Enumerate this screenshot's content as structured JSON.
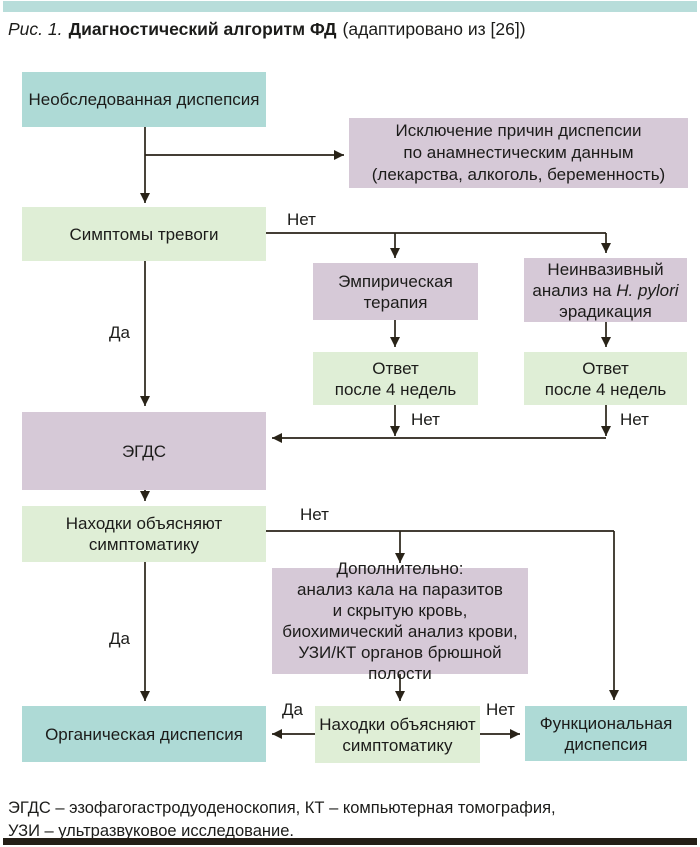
{
  "figure": {
    "caption": {
      "fig_label": "Рис. 1.",
      "title": "Диагностический алгоритм ФД",
      "note": "(адаптировано из [26])"
    },
    "footnotes": [
      "ЭГДС – эзофагогастродуоденоскопия, КТ – компьютерная томография,",
      "УЗИ – ультразвуковое исследование."
    ]
  },
  "nodes": {
    "unexamined_dyspepsia": {
      "label": "Необследованная диспепсия",
      "type": "teal"
    },
    "exclude_causes": {
      "label": "Исключение причин диспепсии\nпо анамнестическим данным\n(лекарства, алкоголь, беременность)",
      "type": "purple"
    },
    "alarm_symptoms": {
      "label": "Симптомы тревоги",
      "type": "green"
    },
    "empiric_therapy": {
      "label": "Эмпирическая\nтерапия",
      "type": "purple"
    },
    "noninvasive_test": {
      "line1": "Неинвазивный",
      "line2_pre": "анализ на ",
      "line2_italic": "H. pylori",
      "line3": "эрадикация",
      "type": "purple"
    },
    "response_4_weeks_left": {
      "label": "Ответ\nпосле 4 недель",
      "type": "green"
    },
    "response_4_weeks_right": {
      "label": "Ответ\nпосле 4 недель",
      "type": "green"
    },
    "egds": {
      "label": "ЭГДС",
      "type": "purple"
    },
    "findings_explain_symptoms_1": {
      "label": "Находки объясняют\nсимптоматику",
      "type": "green"
    },
    "additional_tests": {
      "label": "Дополнительно:\nанализ кала на паразитов\nи скрытую кровь,\nбиохимический анализ крови,\nУЗИ/КТ органов брюшной полости",
      "type": "purple"
    },
    "organic_dyspepsia": {
      "label": "Органическая диспепсия",
      "type": "teal"
    },
    "findings_explain_symptoms_2": {
      "label": "Находки объясняют\nсимптоматику",
      "type": "green"
    },
    "functional_dyspepsia": {
      "label": "Функциональная\nдиспепсия",
      "type": "teal"
    }
  },
  "edge_labels": {
    "yes": "Да",
    "no": "Нет"
  },
  "colors": {
    "teal": "#aedad6",
    "green": "#dfeed6",
    "purple": "#d6c9d7",
    "top_bar": "#b8ddda",
    "bottom_bar": "#241e16",
    "line": "#292318",
    "text": "#1c1c1a"
  }
}
